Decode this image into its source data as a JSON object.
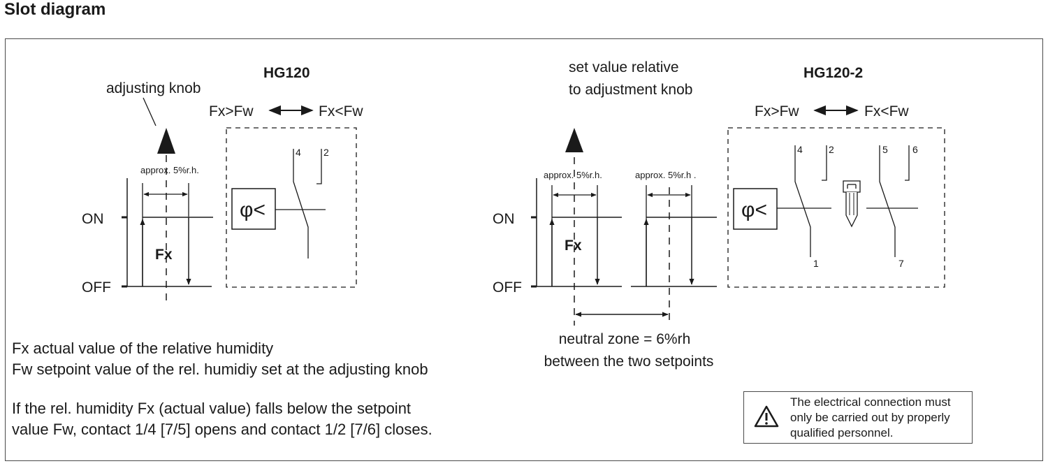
{
  "title": "Slot diagram",
  "left": {
    "model": "HG120",
    "knob_label": "adjusting knob",
    "fx_gt_fw": "Fx>Fw",
    "fx_lt_fw": "Fx<Fw",
    "hysteresis_label": "approx. 5%r.h.",
    "on_label": "ON",
    "off_label": "OFF",
    "fx_label": "Fx",
    "sensor_symbol": "φ<",
    "terminals": [
      "4",
      "2"
    ]
  },
  "right": {
    "model": "HG120-2",
    "set_value_line1": "set value relative",
    "set_value_line2": "to adjustment knob",
    "fx_gt_fw": "Fx>Fw",
    "fx_lt_fw": "Fx<Fw",
    "hysteresis_label_1": "approx. 5%r.h.",
    "hysteresis_label_2": "approx. 5%r.h .",
    "on_label": "ON",
    "off_label": "OFF",
    "fx_label": "Fx",
    "sensor_symbol": "φ<",
    "terminals": [
      "4",
      "2",
      "5",
      "6",
      "1",
      "7"
    ],
    "neutral_zone_line1": "neutral zone = 6%rh",
    "neutral_zone_line2": "between the two setpoints"
  },
  "legend": {
    "fx_line": "Fx actual value of the relative humidity",
    "fw_line": "Fw setpoint value of the rel. humidiy set at the adjusting knob",
    "note_line1": "If the rel. humidity Fx (actual value) falls below the setpoint",
    "note_line2": "value Fw, contact 1/4 [7/5] opens and contact 1/2 [7/6] closes."
  },
  "warning": {
    "icon": "warning-triangle-icon",
    "line1": "The electrical connection must",
    "line2": "only be carried out by properly",
    "line3": "qualified personnel."
  }
}
